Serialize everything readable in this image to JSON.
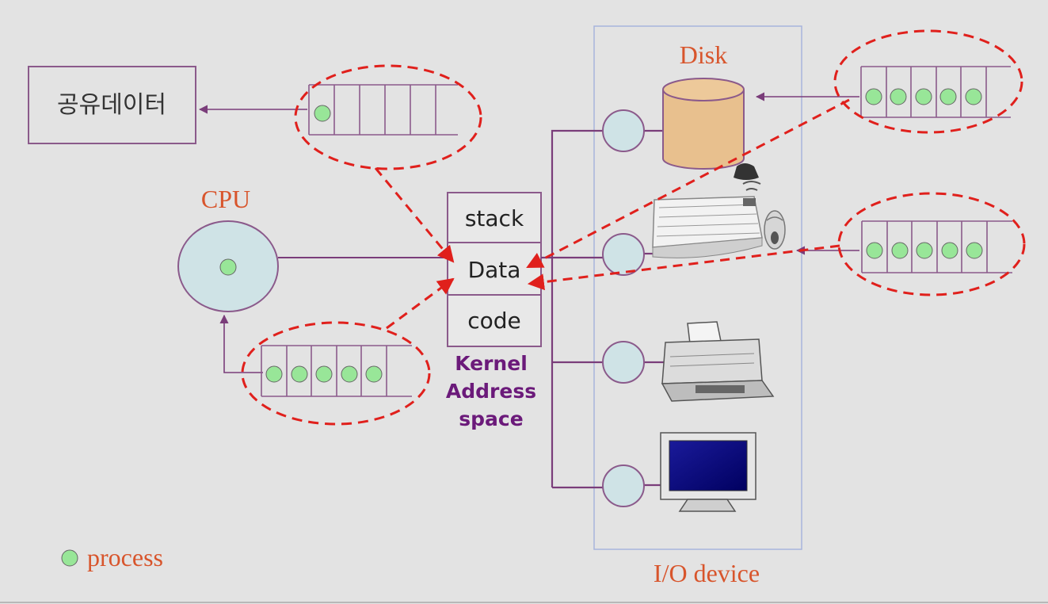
{
  "shared_data": {
    "label": "공유데이터"
  },
  "cpu": {
    "label": "CPU"
  },
  "kernel": {
    "segments": [
      "stack",
      "Data",
      "code"
    ],
    "caption_line1": "Kernel",
    "caption_line2": "Address",
    "caption_line3": "space"
  },
  "devices": {
    "disk_label": "Disk",
    "group_label": "I/O device"
  },
  "legend": {
    "process_label": "process"
  },
  "queues": {
    "shared": {
      "slots": 5,
      "processes": 1
    },
    "cpu": {
      "slots": 5,
      "processes": 5
    },
    "disk": {
      "slots": 5,
      "processes": 5
    },
    "keyboard": {
      "slots": 5,
      "processes": 5
    }
  },
  "colors": {
    "background": "#e3e3e3",
    "box_stroke": "#8b5a8b",
    "arrow": "#7a3d7a",
    "dashed": "#e0201c",
    "label_orange": "#d8552c",
    "kernel_purple": "#6b1a7a",
    "process_fill": "#98e698",
    "node_fill": "#cfe3e6",
    "disk_fill": "#e8c08e",
    "io_box_stroke": "#a8b4dc"
  }
}
